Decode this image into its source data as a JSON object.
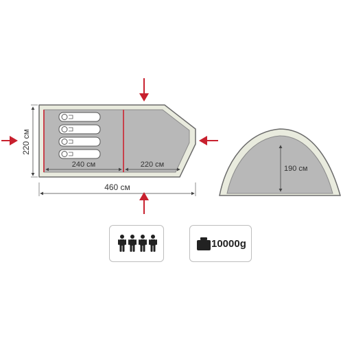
{
  "floor_plan": {
    "width_label": "220 см",
    "length_label": "460 см",
    "sleeping_area_label": "240 см",
    "vestibule_label": "220 см",
    "sleeping_bags": 4
  },
  "side_view": {
    "height_label": "190 см"
  },
  "capacity": {
    "persons": 4,
    "icon": "person-icon"
  },
  "weight": {
    "label": "10000g",
    "icon": "weight-icon"
  },
  "colors": {
    "outline_fill": "#e9ebde",
    "outline_stroke": "#6b6b6b",
    "floor_fill": "#b8b8b8",
    "divider": "#c8404a",
    "arrow": "#c8202e"
  }
}
